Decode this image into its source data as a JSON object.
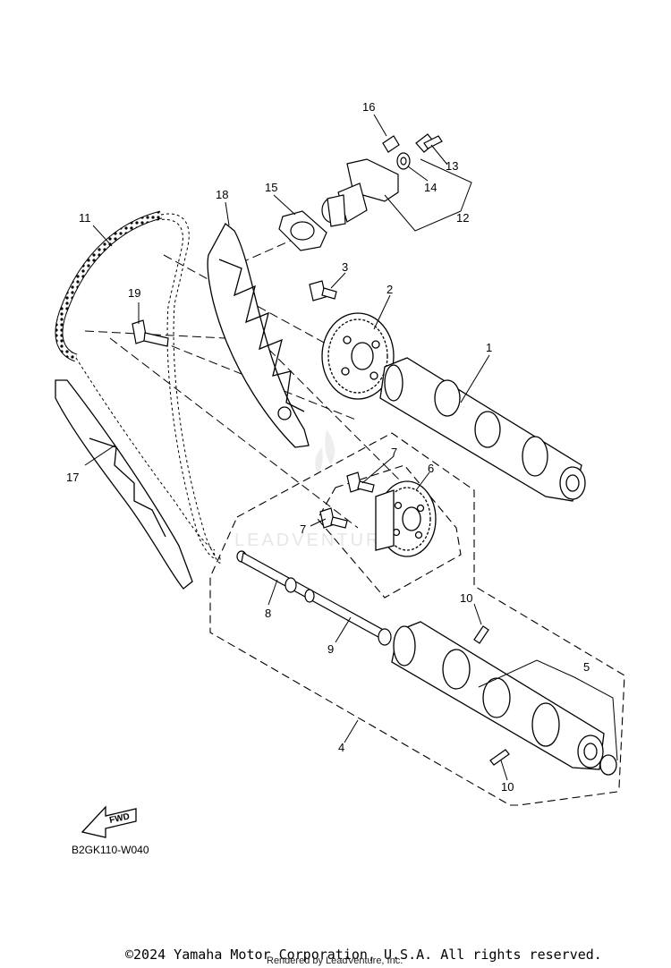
{
  "callouts": [
    {
      "id": "1",
      "label": "1"
    },
    {
      "id": "2",
      "label": "2"
    },
    {
      "id": "3",
      "label": "3"
    },
    {
      "id": "4",
      "label": "4"
    },
    {
      "id": "5",
      "label": "5"
    },
    {
      "id": "6",
      "label": "6"
    },
    {
      "id": "7a",
      "label": "7"
    },
    {
      "id": "7b",
      "label": "7"
    },
    {
      "id": "8",
      "label": "8"
    },
    {
      "id": "9",
      "label": "9"
    },
    {
      "id": "10a",
      "label": "10"
    },
    {
      "id": "10b",
      "label": "10"
    },
    {
      "id": "11",
      "label": "11"
    },
    {
      "id": "12",
      "label": "12"
    },
    {
      "id": "13",
      "label": "13"
    },
    {
      "id": "14",
      "label": "14"
    },
    {
      "id": "15",
      "label": "15"
    },
    {
      "id": "16",
      "label": "16"
    },
    {
      "id": "17",
      "label": "17"
    },
    {
      "id": "18",
      "label": "18"
    },
    {
      "id": "19",
      "label": "19"
    }
  ],
  "fwd_label": "FWD",
  "diagram_code": "B2GK110-W040",
  "watermark": "LEADVENTURE",
  "copyright": "©2024 Yamaha Motor Corporation, U.S.A. All rights reserved.",
  "rendered_by": "Rendered by LeadVenture, Inc."
}
